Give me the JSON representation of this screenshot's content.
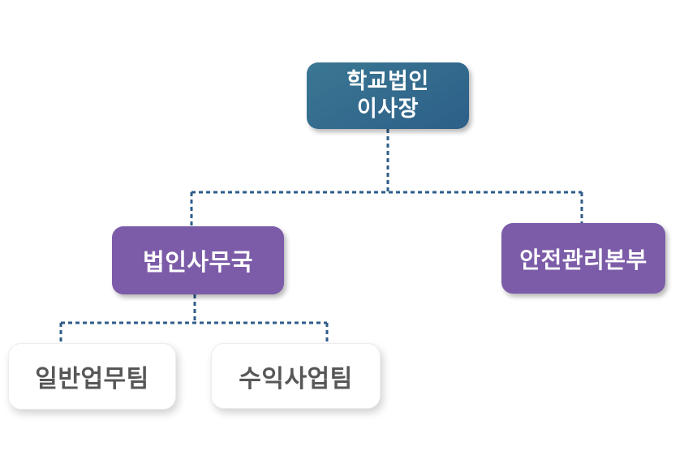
{
  "diagram": {
    "type": "org-chart",
    "nodes": [
      {
        "id": "chairman",
        "label": "학교법인 이사장",
        "line1": "학교법인",
        "line2": "이사장",
        "level": 1,
        "parent": null,
        "style": "teal-gradient"
      },
      {
        "id": "corporate-office",
        "label": "법인사무국",
        "level": 2,
        "parent": "chairman",
        "style": "purple"
      },
      {
        "id": "safety-management-hq",
        "label": "안전관리본부",
        "level": 2,
        "parent": "chairman",
        "style": "purple"
      },
      {
        "id": "general-affairs-team",
        "label": "일반업무팀",
        "level": 3,
        "parent": "corporate-office",
        "style": "white"
      },
      {
        "id": "profit-business-team",
        "label": "수익사업팀",
        "level": 3,
        "parent": "corporate-office",
        "style": "white"
      }
    ],
    "edges": [
      {
        "from": "chairman",
        "to": "corporate-office"
      },
      {
        "from": "chairman",
        "to": "safety-management-hq"
      },
      {
        "from": "corporate-office",
        "to": "general-affairs-team"
      },
      {
        "from": "corporate-office",
        "to": "profit-business-team"
      }
    ],
    "edge_style": "dashed"
  },
  "colors": {
    "background": "#ffffff",
    "teal_gradient_start": "#3a7793",
    "teal_gradient_end": "#2d5f88",
    "purple": "#7c5ca8",
    "box_text": "#ffffff",
    "white_box_bg": "#ffffff",
    "white_box_text": "#575757",
    "connector": "#2e5c8a"
  }
}
